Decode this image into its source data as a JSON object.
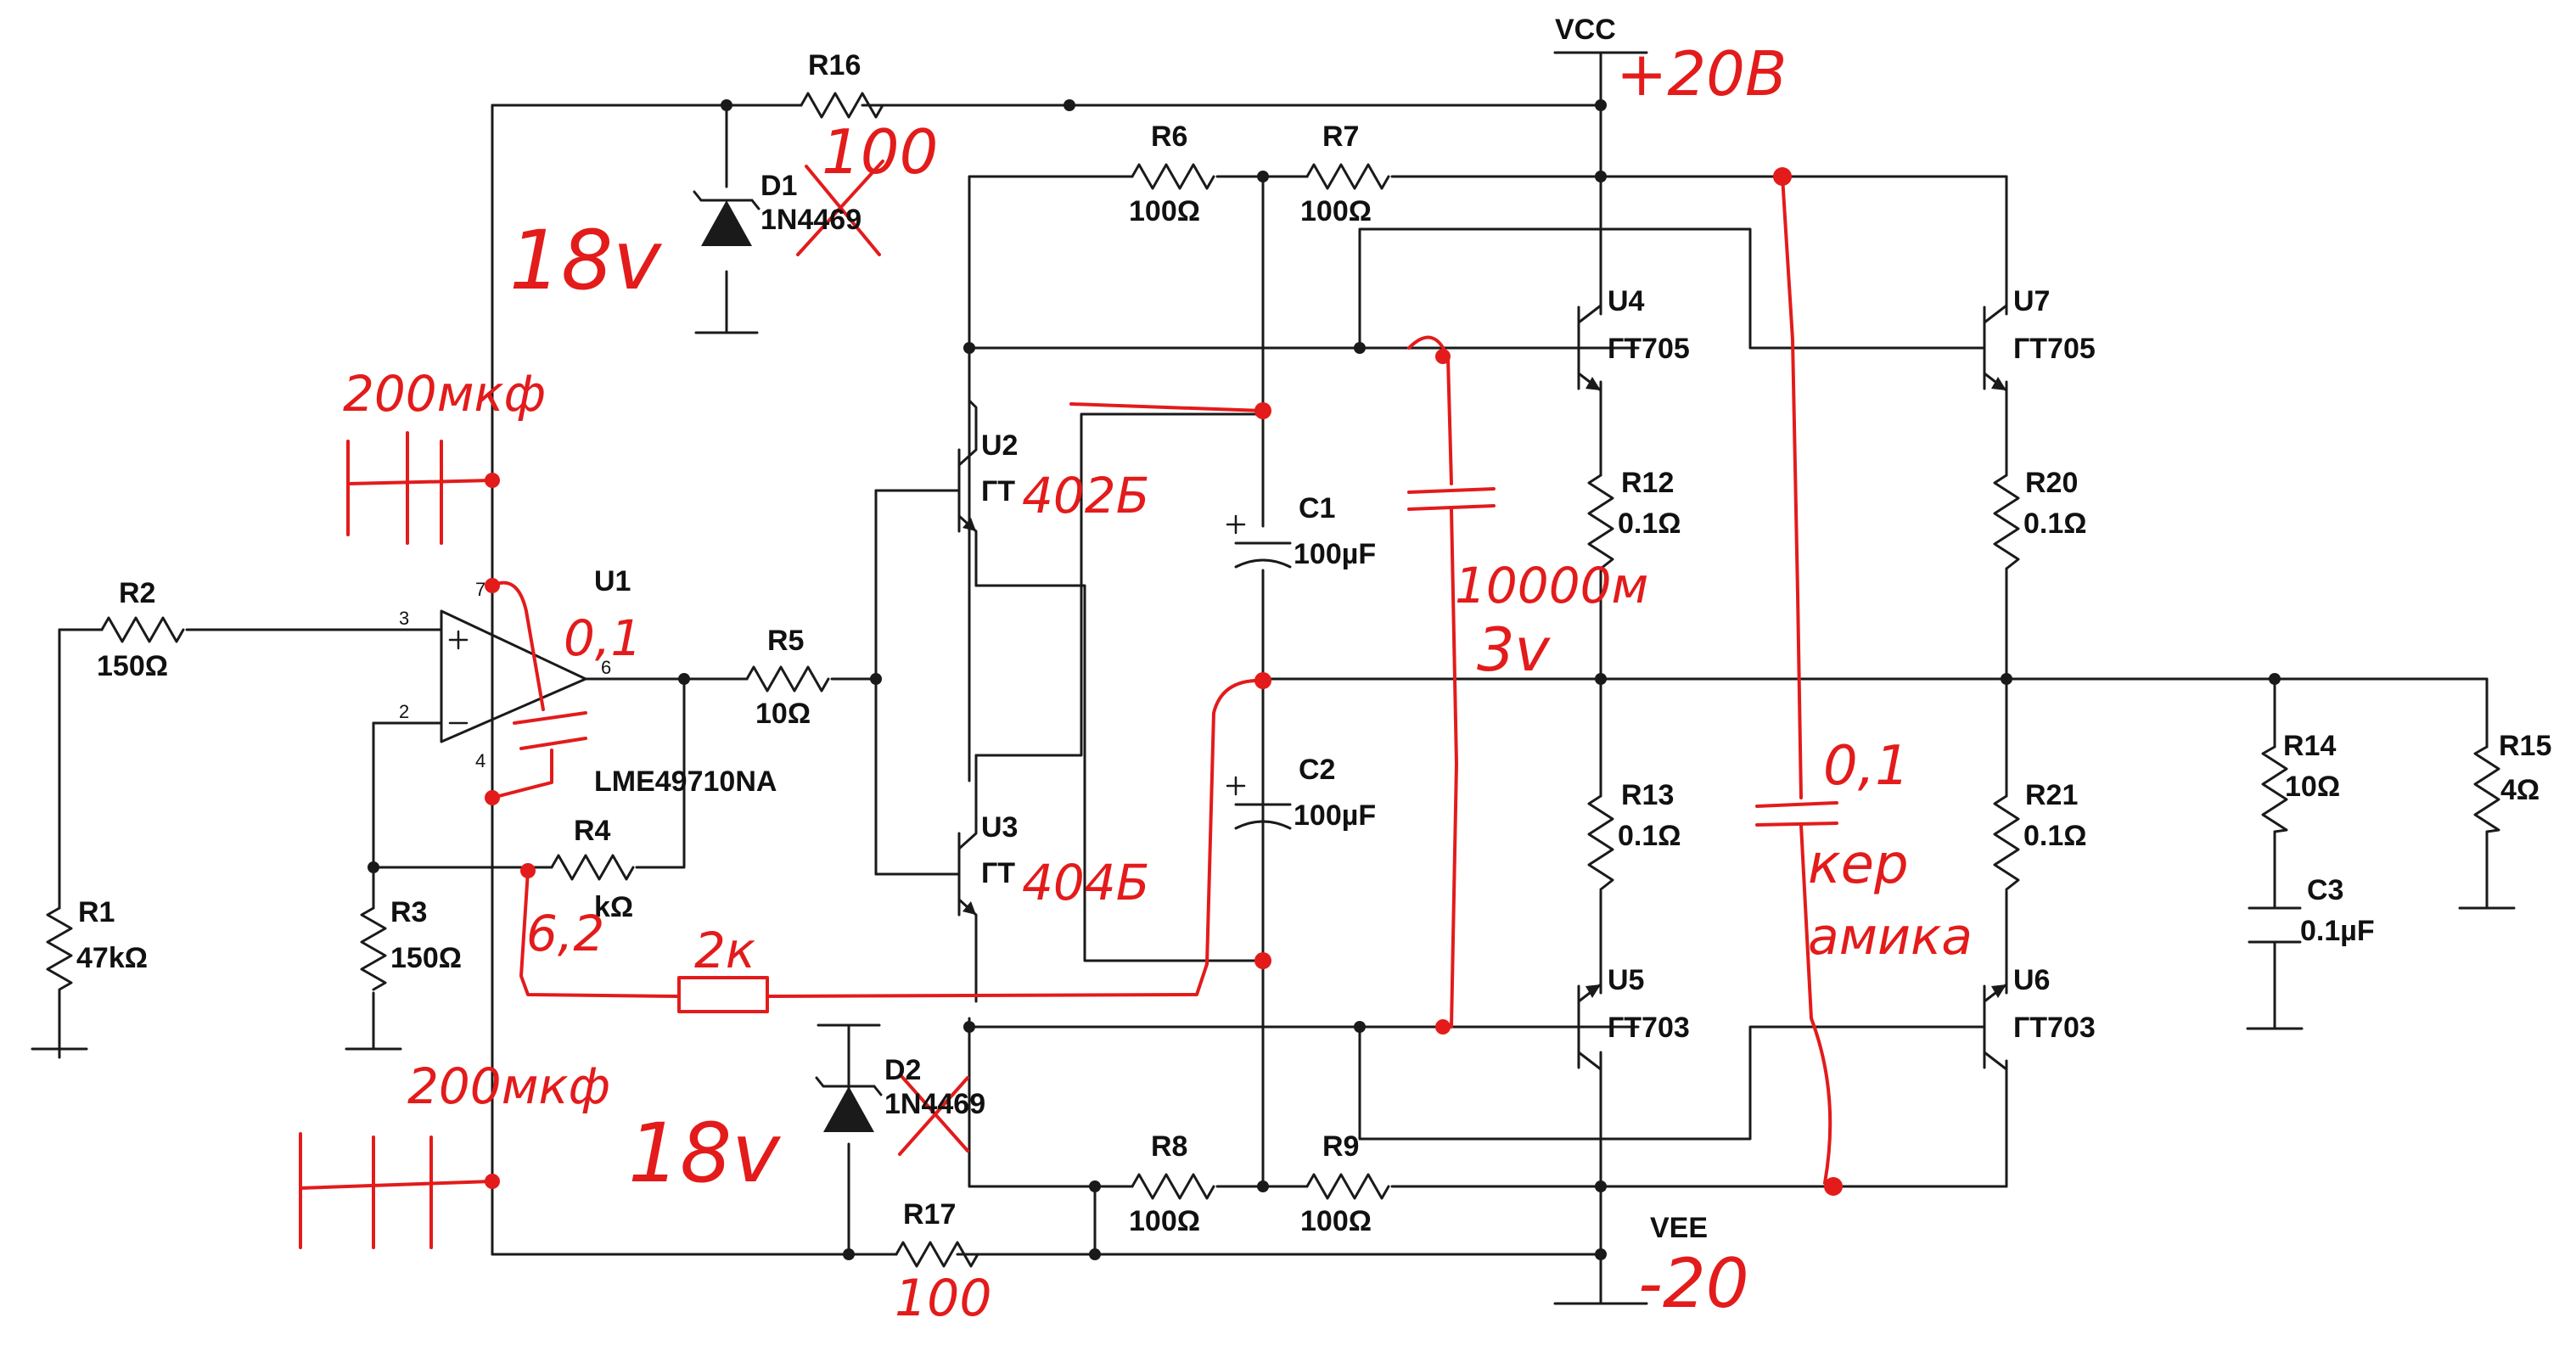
{
  "supply": {
    "vcc": "VCC",
    "vee": "VEE"
  },
  "components": {
    "R16": {
      "ref": "R16"
    },
    "R6": {
      "ref": "R6",
      "value": "100Ω"
    },
    "R7": {
      "ref": "R7",
      "value": "100Ω"
    },
    "D1": {
      "ref": "D1",
      "part": "1N4469"
    },
    "D2": {
      "ref": "D2",
      "part": "1N4469"
    },
    "U1": {
      "ref": "U1",
      "part": "LME49710NA",
      "pin3": "3",
      "pin2": "2",
      "pin6": "6",
      "pin7": "7",
      "pin4": "4"
    },
    "U2": {
      "ref": "U2",
      "part": "ГТ"
    },
    "U3": {
      "ref": "U3",
      "part": "ГТ"
    },
    "U4": {
      "ref": "U4",
      "part": "ГТ705"
    },
    "U5": {
      "ref": "U5",
      "part": "ГТ703"
    },
    "U6": {
      "ref": "U6",
      "part": "ГТ703"
    },
    "U7": {
      "ref": "U7",
      "part": "ГТ705"
    },
    "C1": {
      "ref": "C1",
      "value": "100µF"
    },
    "C2": {
      "ref": "C2",
      "value": "100µF"
    },
    "C3": {
      "ref": "C3",
      "value": "0.1µF"
    },
    "R2": {
      "ref": "R2",
      "value": "150Ω"
    },
    "R1": {
      "ref": "R1",
      "value": "47kΩ"
    },
    "R3": {
      "ref": "R3",
      "value": "150Ω"
    },
    "R4": {
      "ref": "R4",
      "value": "kΩ"
    },
    "R5": {
      "ref": "R5",
      "value": "10Ω"
    },
    "R8": {
      "ref": "R8",
      "value": "100Ω"
    },
    "R9": {
      "ref": "R9",
      "value": "100Ω"
    },
    "R12": {
      "ref": "R12",
      "value": "0.1Ω"
    },
    "R13": {
      "ref": "R13",
      "value": "0.1Ω"
    },
    "R14": {
      "ref": "R14",
      "value": "10Ω"
    },
    "R15": {
      "ref": "R15",
      "value": "4Ω"
    },
    "R17": {
      "ref": "R17"
    },
    "R20": {
      "ref": "R20",
      "value": "0.1Ω"
    },
    "R21": {
      "ref": "R21",
      "value": "0.1Ω"
    }
  },
  "annotations": {
    "vcc_volts": "+20В",
    "vee_volts": "-20",
    "r16_value": "100",
    "r17_value": "100",
    "zener_top": "18v",
    "zener_bottom": "18v",
    "cap_top": "200мкф",
    "cap_bottom": "200мкф",
    "opamp_cap": "0,1",
    "r4_value": "6,2",
    "feedback_res": "2к",
    "u2_part": "402Б",
    "u3_part": "404Б",
    "bias_cap_line1": "10000м",
    "bias_cap_line2": "3v",
    "ceramic_line1": "0,1",
    "ceramic_line2": "кер",
    "ceramic_line3": "амика"
  }
}
